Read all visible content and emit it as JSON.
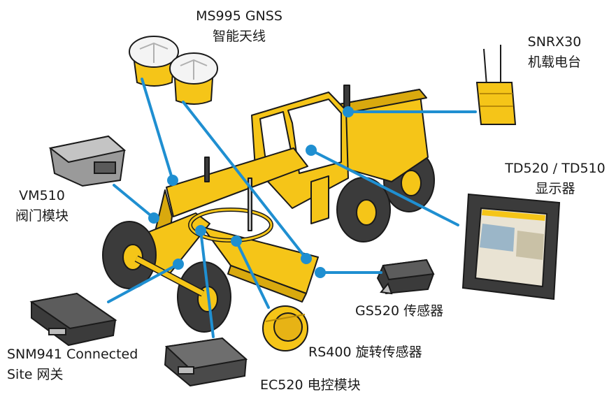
{
  "colors": {
    "callout_line": "#1f8fd1",
    "machine_yellow": "#f5c518",
    "machine_shadow": "#d9a90e",
    "tire": "#3b3b3b",
    "outline": "#1a1a1a"
  },
  "labels": {
    "gnss": {
      "model": "MS995 GNSS",
      "desc": "智能天线"
    },
    "radio": {
      "model": "SNRX30",
      "desc": "机载电台"
    },
    "display": {
      "model": "TD520 / TD510",
      "desc": "显示器"
    },
    "valve": {
      "model": "VM510",
      "desc": "阀门模块"
    },
    "gs520": {
      "text": "GS520 传感器"
    },
    "rs400": {
      "text": "RS400 旋转传感器"
    },
    "ec520": {
      "text": "EC520 电控模块"
    },
    "snm941": {
      "line1": "SNM941 Connected",
      "line2": "Site 网关"
    }
  },
  "icons": [
    "gnss-antenna-icon",
    "radio-icon",
    "display-tablet-icon",
    "valve-module-icon",
    "gs520-sensor-icon",
    "rs400-sensor-icon",
    "ec520-module-icon",
    "snm941-gateway-icon",
    "motor-grader-icon"
  ]
}
